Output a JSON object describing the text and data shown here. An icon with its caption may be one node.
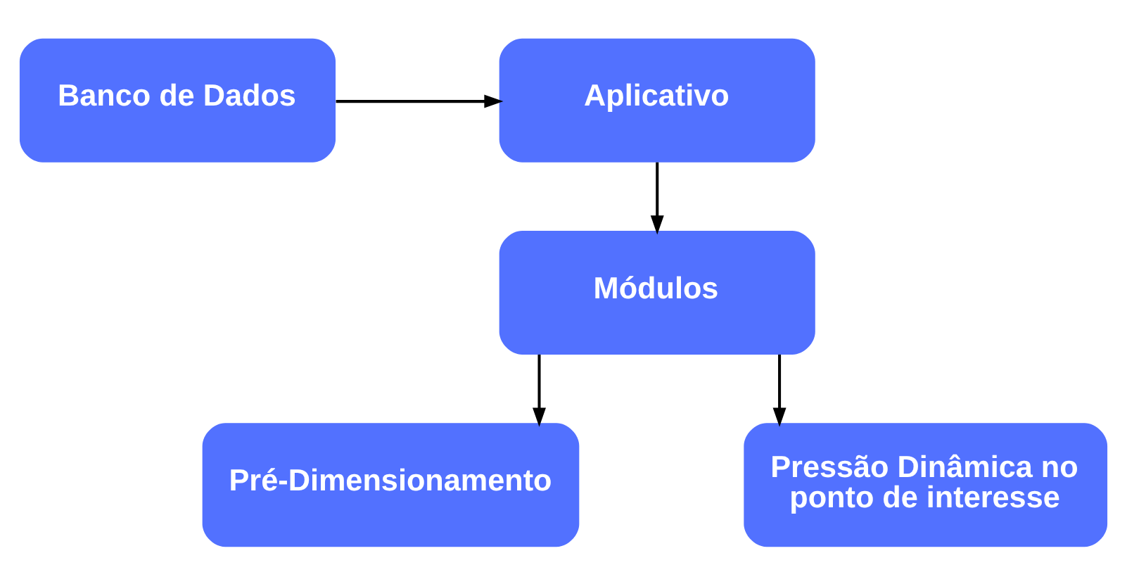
{
  "diagram": {
    "nodes": [
      {
        "text": [
          "Banco de Dados"
        ]
      },
      {
        "text": [
          "Aplicativo"
        ]
      },
      {
        "text": [
          "Módulos"
        ]
      },
      {
        "text": [
          "Pré-Dimensionamento"
        ]
      },
      {
        "text": [
          "Pressão Dinâmica no ponto de interesse"
        ]
      }
    ],
    "edges": [
      {
        "from": 0,
        "to": 1,
        "arrow": "to"
      },
      {
        "from": 1,
        "to": 2,
        "arrow": "to"
      },
      {
        "from": 2,
        "to": 3,
        "arrow": "to"
      },
      {
        "from": 2,
        "to": 4,
        "arrow": "to"
      }
    ]
  }
}
